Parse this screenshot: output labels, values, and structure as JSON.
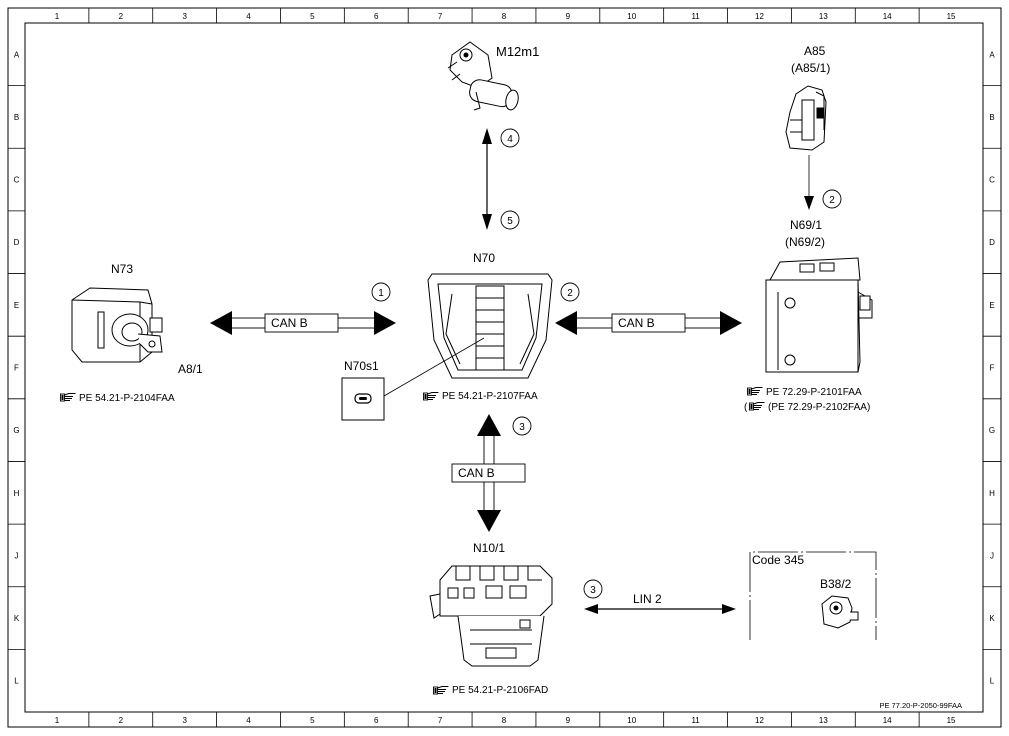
{
  "grid": {
    "columns": [
      "1",
      "2",
      "3",
      "4",
      "5",
      "6",
      "7",
      "8",
      "9",
      "10",
      "11",
      "12",
      "13",
      "14",
      "15"
    ],
    "rows": [
      "A",
      "B",
      "C",
      "D",
      "E",
      "F",
      "G",
      "H",
      "J",
      "K",
      "L"
    ]
  },
  "components": {
    "m12m1": {
      "label": "M12m1"
    },
    "a85": {
      "label": "A85",
      "sublabel": "(A85/1)"
    },
    "n69_1": {
      "label": "N69/1",
      "sublabel": "(N69/2)",
      "ref1": "PE 72.29-P-2101FAA",
      "ref2": "(PE 72.29-P-2102FAA)"
    },
    "n73": {
      "label": "N73",
      "ref": "PE 54.21-P-2104FAA"
    },
    "a8_1": {
      "label": "A8/1"
    },
    "n70": {
      "label": "N70",
      "ref": "PE 54.21-P-2107FAA"
    },
    "n70s1": {
      "label": "N70s1"
    },
    "n10_1": {
      "label": "N10/1",
      "ref": "PE 54.21-P-2106FAD"
    },
    "b38_2": {
      "label": "B38/2",
      "code": "Code 345"
    }
  },
  "connections": {
    "c1": {
      "number": "1",
      "bus": "CAN B"
    },
    "c2": {
      "number": "2",
      "bus": "CAN B"
    },
    "c2b": {
      "number": "2"
    },
    "c3": {
      "number": "3",
      "bus": "CAN B"
    },
    "c3b": {
      "number": "3",
      "bus": "LIN 2"
    },
    "c4": {
      "number": "4"
    },
    "c5": {
      "number": "5"
    }
  },
  "footer": {
    "doc_id": "PE 77.20-P-2050-99FAA"
  },
  "icons": {
    "reference": "hand-pointer-icon"
  }
}
